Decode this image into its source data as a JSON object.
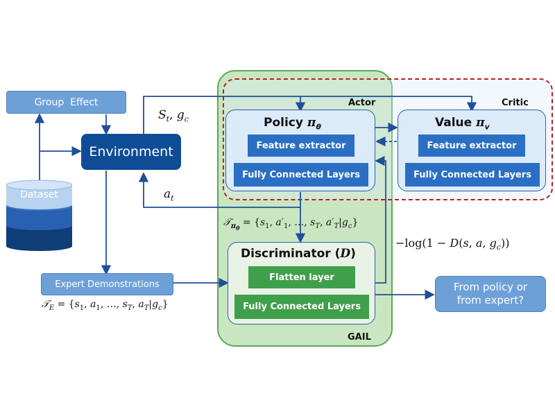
{
  "nodes": {
    "group_effect": "Group  Effect",
    "environment": "Environment",
    "dataset": "Dataset",
    "expert_demonstrations": "Expert Demonstrations",
    "policy_title": "Policy π_θ",
    "value_title": "Value π_v",
    "policy_feature": "Feature extractor",
    "policy_fc": "Fully Connected Layers",
    "value_feature": "Feature extractor",
    "value_fc": "Fully Connected Layers",
    "discriminator_title": "Discriminator (D)",
    "flatten": "Flatten layer",
    "disc_fc": "Fully Connected Layers",
    "output": "From policy or from expert?"
  },
  "group_labels": {
    "actor": "Actor",
    "critic": "Critic",
    "gail": "GAIL"
  },
  "edge_labels": {
    "state": "S_t, g_c",
    "action": "a_t",
    "policy_traj": "𝒯_{π_θ} = {s_1, a′_1, …, s_T, a′_T | g_c}",
    "expert_traj": "𝒯_E = {s_1, a_1, …, s_T, a_T | g_c}",
    "reward": "−log(1 − D(s, a, g_c))"
  },
  "colors": {
    "actor_critic_border": "#b22222",
    "gail_border": "#5aa856",
    "gail_fill": "#c9e6c1",
    "arrow": "#1e4f99"
  }
}
